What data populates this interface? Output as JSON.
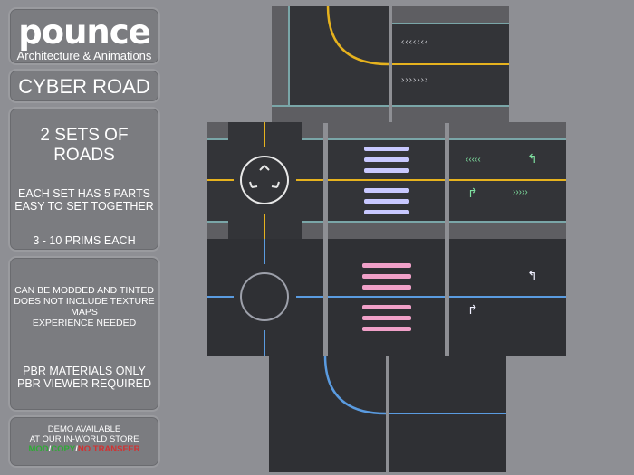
{
  "logo": {
    "brand": "pounce",
    "subtitle": "Architecture & Animations"
  },
  "title": "CYBER ROAD",
  "sets": {
    "heading": "2 SETS OF ROADS",
    "line1": "EACH SET HAS 5 PARTS",
    "line2": "EASY TO SET TOGETHER",
    "prims": "3 - 10 PRIMS EACH"
  },
  "mod": {
    "line1": "CAN BE MODDED AND TINTED",
    "line2": "DOES NOT INCLUDE TEXTURE MAPS",
    "line3": "EXPERIENCE NEEDED",
    "pbr1": "PBR MATERIALS ONLY",
    "pbr2": "PBR VIEWER REQUIRED"
  },
  "demo": {
    "line1": "DEMO AVAILABLE",
    "line2": "AT OUR IN-WORLD STORE",
    "perm_mod": "MOD",
    "perm_copy": "COPY",
    "perm_notransfer": "NO TRANSFER",
    "sep": "/"
  },
  "colors": {
    "yellow_line": "#e6b21e",
    "blue_line": "#5a9be0",
    "crossing_white": "#c8c8ff",
    "crossing_pink": "#f0a0c8",
    "arrow_green": "#7fe0a0"
  },
  "icons": {
    "roundabout": "roundabout-arrows-icon",
    "arrows": "lane-arrow-icon",
    "pedestrian": "pedestrian-icon"
  }
}
